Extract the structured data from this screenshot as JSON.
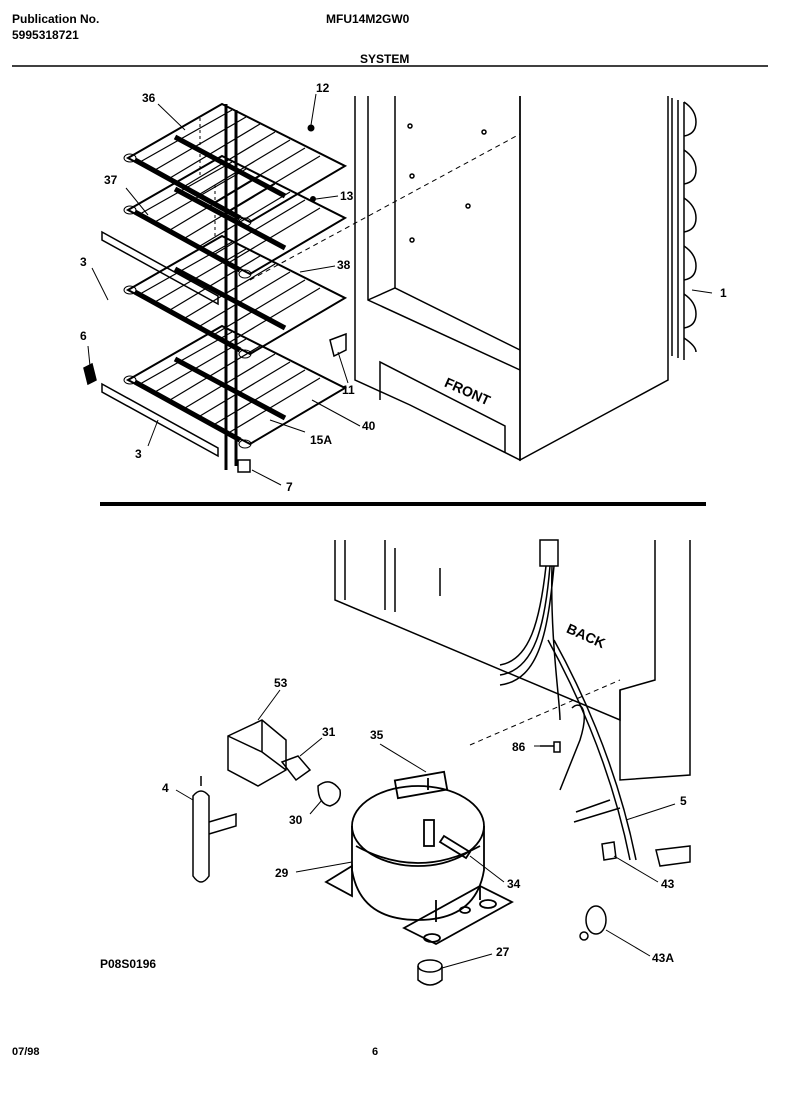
{
  "header": {
    "publication_label": "Publication No.",
    "publication_number": "5995318721",
    "model": "MFU14M2GW0",
    "section": "SYSTEM"
  },
  "upper_diagram": {
    "cabinet_label": "FRONT",
    "parts": {
      "p36": "36",
      "p12": "12",
      "p37": "37",
      "p13": "13",
      "p3a": "3",
      "p38": "38",
      "p1": "1",
      "p6": "6",
      "p11": "11",
      "p40": "40",
      "p15a": "15A",
      "p3b": "3",
      "p7": "7"
    }
  },
  "lower_diagram": {
    "cabinet_label": "BACK",
    "parts": {
      "p53": "53",
      "p31": "31",
      "p35": "35",
      "p86": "86",
      "p4": "4",
      "p30": "30",
      "p5": "5",
      "p29": "29",
      "p34": "34",
      "p43": "43",
      "p27": "27",
      "p43a": "43A"
    },
    "figure_code": "P08S0196"
  },
  "footer": {
    "date": "07/98",
    "page": "6"
  }
}
